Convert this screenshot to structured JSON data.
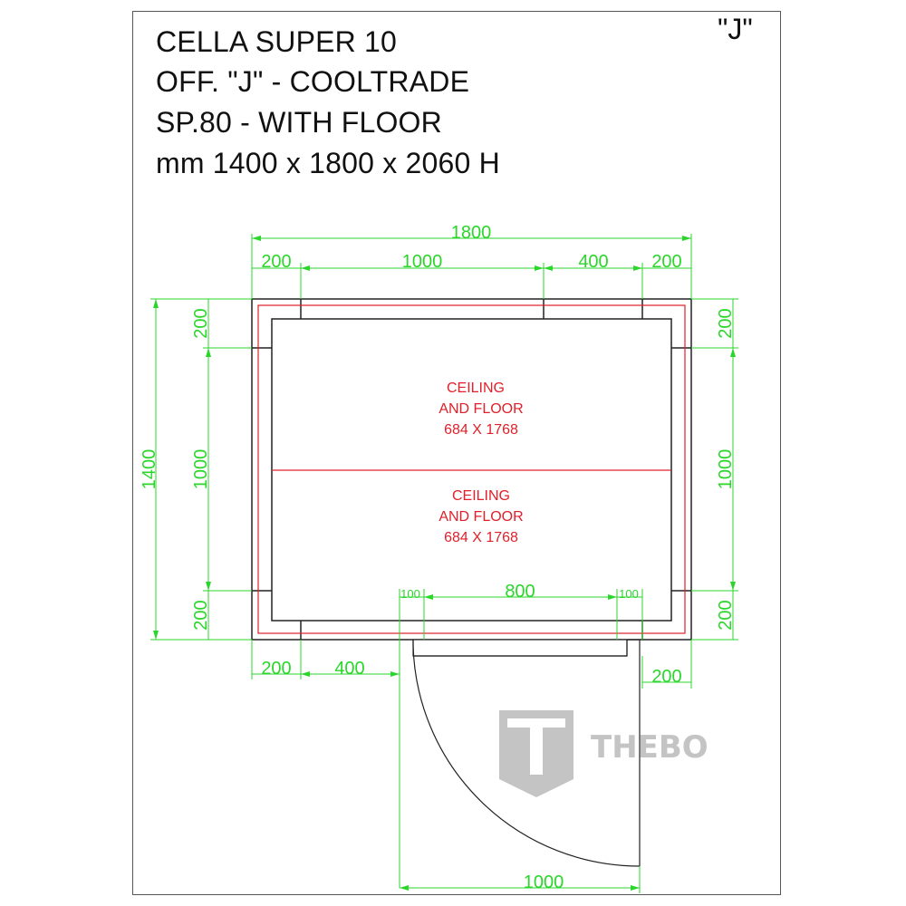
{
  "title_block": {
    "line1": "CELLA SUPER 10",
    "line2": "OFF. \"J\"  - COOLTRADE",
    "line3": "SP.80 - WITH FLOOR",
    "line4": "mm 1400 x 1800 x 2060 H"
  },
  "variant_mark": "\"J\"",
  "dimensions": {
    "overall_width": "1800",
    "top_left_segment": "200",
    "top_mid_segment": "1000",
    "top_right_segment": "400",
    "top_corner_right": "200",
    "overall_depth": "1400",
    "left_top": "200",
    "left_mid": "1000",
    "left_bottom": "200",
    "right_top": "200",
    "right_mid": "1000",
    "right_bottom": "200",
    "door_frame_left": "100",
    "door_opening": "800",
    "door_frame_right": "100",
    "bottom_left_corner": "200",
    "bottom_left_panel": "400",
    "bottom_right_corner": "200",
    "door_swing_width": "1000"
  },
  "panels": [
    {
      "line1": "CEILING",
      "line2": "AND FLOOR",
      "line3": "684 X 1768"
    },
    {
      "line1": "CEILING",
      "line2": "AND FLOOR",
      "line3": "684 X 1768"
    }
  ],
  "logo": {
    "text": "THEBO",
    "mark_letter": "T"
  },
  "colors": {
    "dimension": "#2bd62b",
    "panel_outline": "#e0202a",
    "wall": "#222222",
    "logo": "#c4c4c4"
  }
}
